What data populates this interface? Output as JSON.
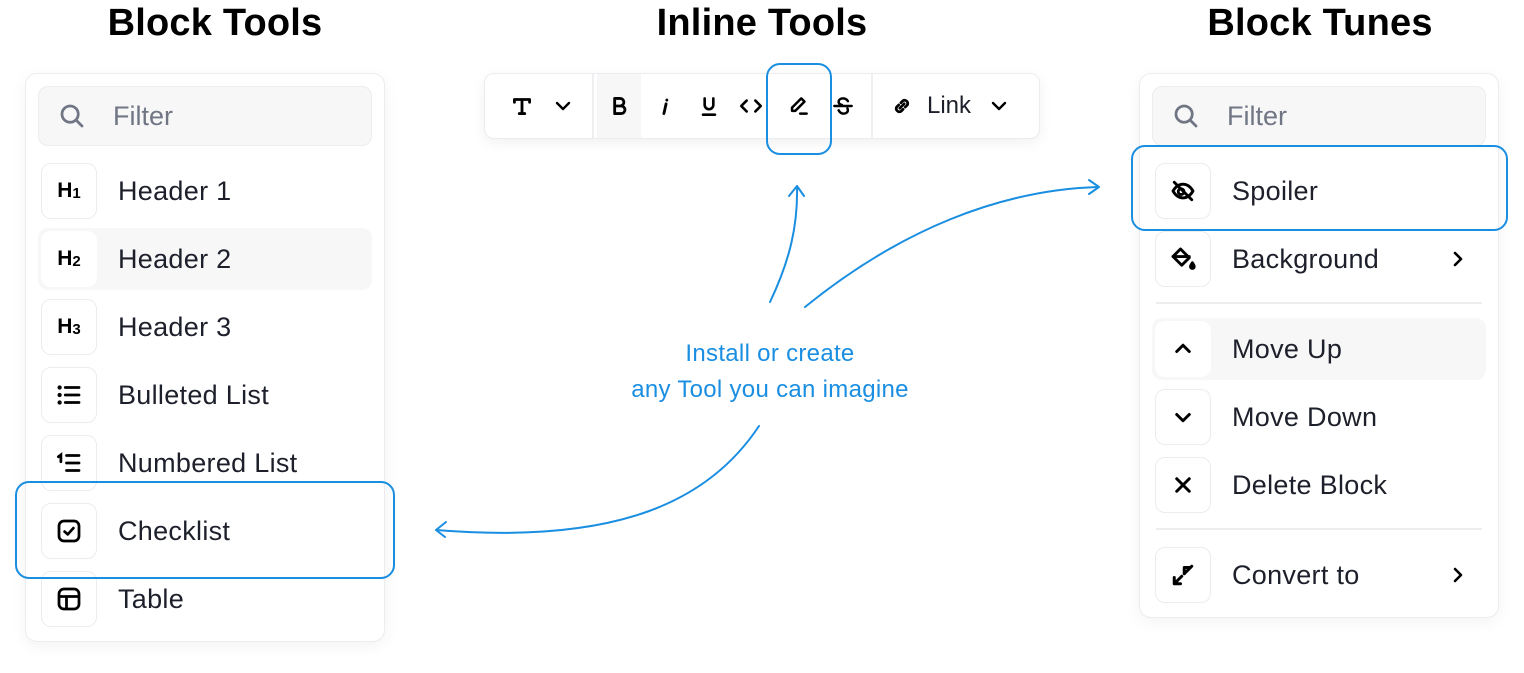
{
  "titles": {
    "block_tools": "Block Tools",
    "inline_tools": "Inline Tools",
    "block_tunes": "Block Tunes"
  },
  "block_tools": {
    "filter_placeholder": "Filter",
    "items": [
      {
        "icon": "H1",
        "label": "Header 1",
        "state": "normal"
      },
      {
        "icon": "H2",
        "label": "Header 2",
        "state": "hover"
      },
      {
        "icon": "H3",
        "label": "Header 3",
        "state": "normal"
      },
      {
        "icon": "bulleted-list-icon",
        "label": "Bulleted List",
        "state": "normal"
      },
      {
        "icon": "numbered-list-icon",
        "label": "Numbered List",
        "state": "normal"
      },
      {
        "icon": "checklist-icon",
        "label": "Checklist",
        "state": "highlighted"
      },
      {
        "icon": "table-icon",
        "label": "Table",
        "state": "normal"
      }
    ]
  },
  "inline_tools": {
    "buttons": [
      {
        "icon": "text-type-icon",
        "name": "Convert to"
      },
      {
        "icon": "bold-icon",
        "name": "Bold",
        "state": "active"
      },
      {
        "icon": "italic-icon",
        "name": "Italic"
      },
      {
        "icon": "underline-icon",
        "name": "Underline"
      },
      {
        "icon": "inline-code-icon",
        "name": "Inline code"
      },
      {
        "icon": "marker-icon",
        "name": "Marker",
        "state": "highlighted"
      },
      {
        "icon": "strikethrough-icon",
        "name": "Strikethrough"
      }
    ],
    "link_label": "Link"
  },
  "block_tunes": {
    "filter_placeholder": "Filter",
    "items": [
      {
        "icon": "spoiler-icon",
        "label": "Spoiler",
        "state": "highlighted"
      },
      {
        "icon": "paint-bucket-icon",
        "label": "Background",
        "has_submenu": true
      },
      {
        "icon": "chevron-up-icon",
        "label": "Move Up",
        "state": "hover"
      },
      {
        "icon": "chevron-down-icon",
        "label": "Move Down"
      },
      {
        "icon": "close-icon",
        "label": "Delete Block"
      },
      {
        "icon": "convert-icon",
        "label": "Convert to",
        "has_submenu": true
      }
    ]
  },
  "caption": {
    "line1": "Install or create",
    "line2": "any Tool you can imagine"
  },
  "colors": {
    "accent": "#1a8ee1",
    "text": "#1d202b",
    "placeholder": "#707684",
    "hover_bg": "#f7f7f8",
    "border": "#ebecef"
  }
}
